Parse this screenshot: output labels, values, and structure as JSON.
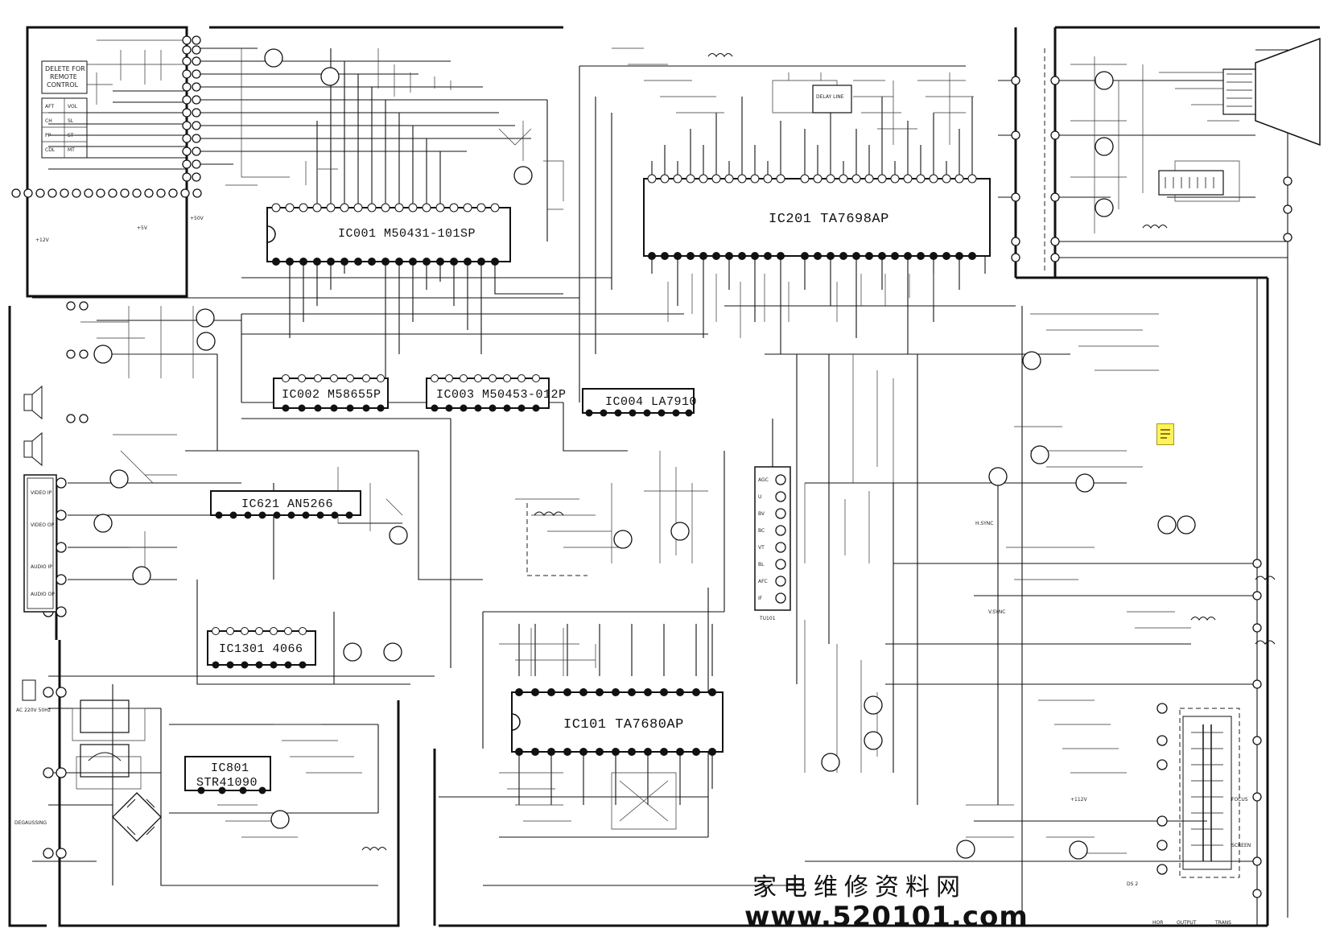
{
  "ics": [
    {
      "label": "IC001 M50431-101SP"
    },
    {
      "label": "IC201 TA7698AP"
    },
    {
      "label": "IC002 M58655P"
    },
    {
      "label": "IC003 M50453-012P"
    },
    {
      "label": "IC004 LA7910"
    },
    {
      "label": "IC621 AN5266"
    },
    {
      "label": "IC1301 4066"
    },
    {
      "label": "IC101 TA7680AP"
    },
    {
      "label": "IC801"
    },
    {
      "label": "STR41090"
    }
  ],
  "texts": {
    "delete_line1": "DELETE FOR",
    "delete_line2": "REMOTE",
    "delete_line3": "CONTROL",
    "plus12v": "+12V",
    "plus5v": "+5V",
    "plus50v": "+50V",
    "plus112v": "+112V",
    "hsync": "H.SYNC",
    "vsync": "V.SYNC",
    "degaussing": "DEGAUSSING",
    "focus": "FOCUS",
    "screen": "SCREEN",
    "video_in": "VIDEO IP",
    "video_out": "VIDEO OP",
    "audio_in": "AUDIO IP",
    "audio_out": "AUDIO OP",
    "ac_in": "AC 220V 50Hz",
    "delay_line": "DELAY LINE",
    "tuner": "TU101",
    "tuner_pins": [
      "AGC",
      "U",
      "BV",
      "BC",
      "VT",
      "BL",
      "AFC",
      "IF"
    ],
    "key_panel": [
      "AFT",
      "VOL",
      "CH",
      "SL",
      "PP",
      "ST",
      "CDL",
      "MT"
    ],
    "hor_label": "HOR",
    "output_label": "OUTPUT",
    "trans_label": "TRANS",
    "ds": "DS 2"
  },
  "watermark": {
    "chinese": "家电维修资料网",
    "url": "www.520101.com"
  },
  "icons": {
    "note": "sticky-note-icon",
    "speaker": "speaker-icon",
    "crt": "crt-tube-icon"
  }
}
